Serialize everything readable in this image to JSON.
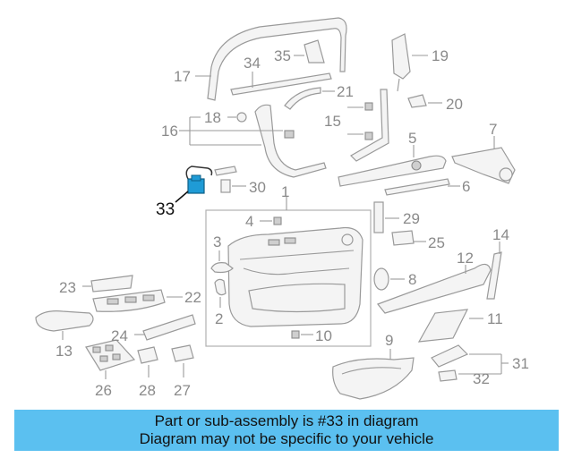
{
  "callouts": [
    "1",
    "2",
    "3",
    "4",
    "5",
    "6",
    "7",
    "8",
    "9",
    "10",
    "11",
    "12",
    "13",
    "14",
    "15",
    "16",
    "17",
    "18",
    "19",
    "20",
    "21",
    "22",
    "23",
    "24",
    "25",
    "26",
    "27",
    "28",
    "29",
    "30",
    "31",
    "32",
    "33",
    "34",
    "35"
  ],
  "highlighted_part": "33",
  "banner": {
    "line1": "Part or sub-assembly is #33 in diagram",
    "line2": "Diagram may not be specific to your vehicle"
  },
  "colors": {
    "banner_bg": "#5bc0f0",
    "highlight_part": "#1f9bd6",
    "label_gray": "#8a8a8a"
  }
}
